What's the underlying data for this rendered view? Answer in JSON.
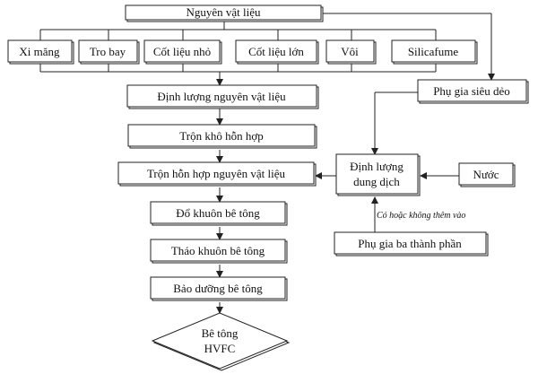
{
  "diagram": {
    "raw_material": "Nguyên vật liệu",
    "materials": [
      "Xi măng",
      "Tro bay",
      "Cốt liệu nhỏ",
      "Cốt liệu lớn",
      "Vôi",
      "Silicafume"
    ],
    "superplasticizer": "Phụ gia siêu dẻo",
    "dosing_materials": "Định lượng nguyên vật liệu",
    "dry_mixing": "Trộn khô hỗn hợp",
    "mixing_materials": "Trộn hỗn hợp nguyên vật liệu",
    "solution_dosing_line1": "Định lượng",
    "solution_dosing_line2": "dung dịch",
    "water": "Nước",
    "optional_note": "Có hoặc không thêm vào",
    "three_component_admixture": "Phụ gia ba thành phần",
    "pour_mold": "Đổ khuôn bê tông",
    "demold": "Tháo khuôn bê tông",
    "cure": "Bảo dưỡng bê tông",
    "final_line1": "Bê tông",
    "final_line2": "HVFC"
  }
}
